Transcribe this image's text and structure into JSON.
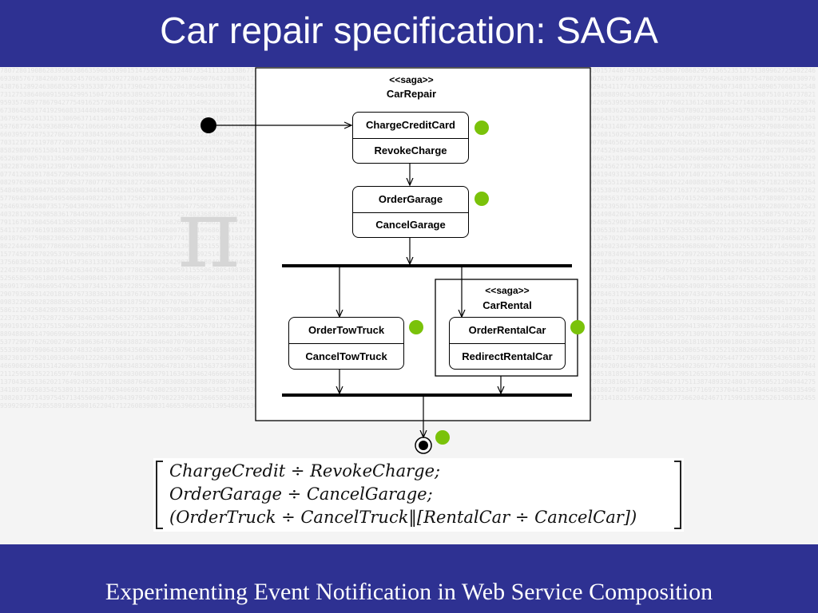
{
  "header": {
    "title": "Car repair specification: SAGA"
  },
  "footer": {
    "text": "Experimenting Event Notification in Web Service Composition"
  },
  "diagram": {
    "outer_saga": {
      "stereotype": "<<saga>>",
      "name": "CarRepair"
    },
    "inner_saga": {
      "stereotype": "<<saga>>",
      "name": "CarRental"
    },
    "activities": [
      {
        "action": "ChargeCreditCard",
        "compensation": "RevokeCharge"
      },
      {
        "action": "OrderGarage",
        "compensation": "CancelGarage"
      },
      {
        "action": "OrderTowTruck",
        "compensation": "CancelTowTruck"
      },
      {
        "action": "OrderRentalCar",
        "compensation": "RedirectRentalCar"
      }
    ],
    "marker_color": "#7ac20a"
  },
  "formula": {
    "lines": [
      "ChargeCredit ÷ RevokeCharge;",
      "OrderGarage ÷ CancelGarage;",
      "(OrderTruck ÷ CancelTruck‖[RentalCar ÷ CancelCar])"
    ]
  }
}
